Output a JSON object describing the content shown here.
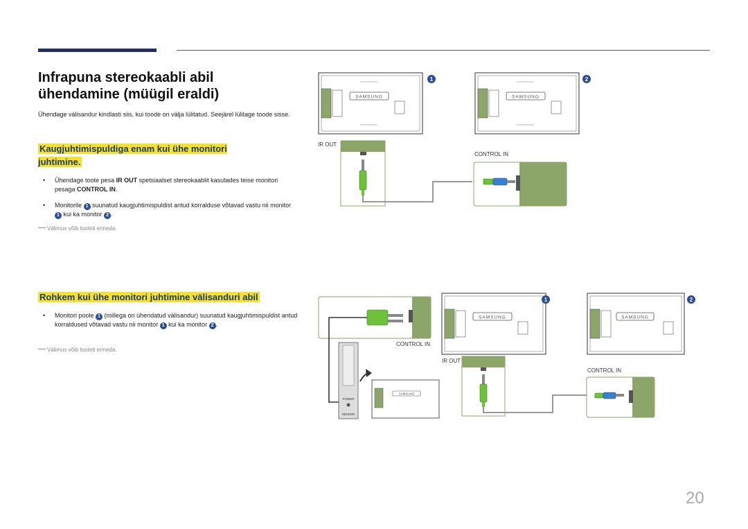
{
  "page": {
    "title": "Infrapuna stereokaabli abil ühendamine (müügil eraldi)",
    "intro": "Ühendage välisandur kindlasti siis, kui toode on välja lülitatud. Seejärel lülitage toode sisse.",
    "page_number": "20"
  },
  "section1": {
    "heading": "Kaugjuhtimispuldiga enam kui ühe monitori juhtimine.",
    "bullet1": {
      "pre": "Ühendage toote pesa ",
      "ir_out": "IR OUT",
      "mid": " spetsiaalset stereokaablit kasutades teise monitori pesaga ",
      "control_in": "CONTROL IN",
      "post": "."
    },
    "bullet2": {
      "t1": "Monitorile ",
      "t2": " suunatud kaugjuhtimispuldist antud korralduse võtavad vastu nii monitor ",
      "t3": " kui ka monitor ",
      "t4": "."
    },
    "note": "Välimus võib tooteti erineda."
  },
  "section2": {
    "heading": "Rohkem kui ühe monitori juhtimine välisanduri abil",
    "bullet1": {
      "t1": "Monitori poole ",
      "t2": " (millega on ühendatud välisandur) suunatud kaugjuhtimispuldist antud korraldused võtavad vastu nii monitor ",
      "t3": " kui ka monitor ",
      "t4": "."
    },
    "note": "Välimus võib tooteti erineda."
  },
  "badges": {
    "one": "1",
    "two": "2"
  },
  "diagram_labels": {
    "ir_out": "IR OUT",
    "control_in": "CONTROL IN",
    "brand": "SAMSUNG",
    "power": "POWER",
    "sensor": "SENSOR"
  },
  "colors": {
    "accent_navy": "#23305a",
    "heading_blue": "#1b3a78",
    "highlight_yellow": "#f5e12a",
    "badge_blue": "#2a4d9b",
    "panel_green": "#8ca66a",
    "plug_green": "#6dc23a",
    "plug_blue": "#3a7fd0"
  }
}
